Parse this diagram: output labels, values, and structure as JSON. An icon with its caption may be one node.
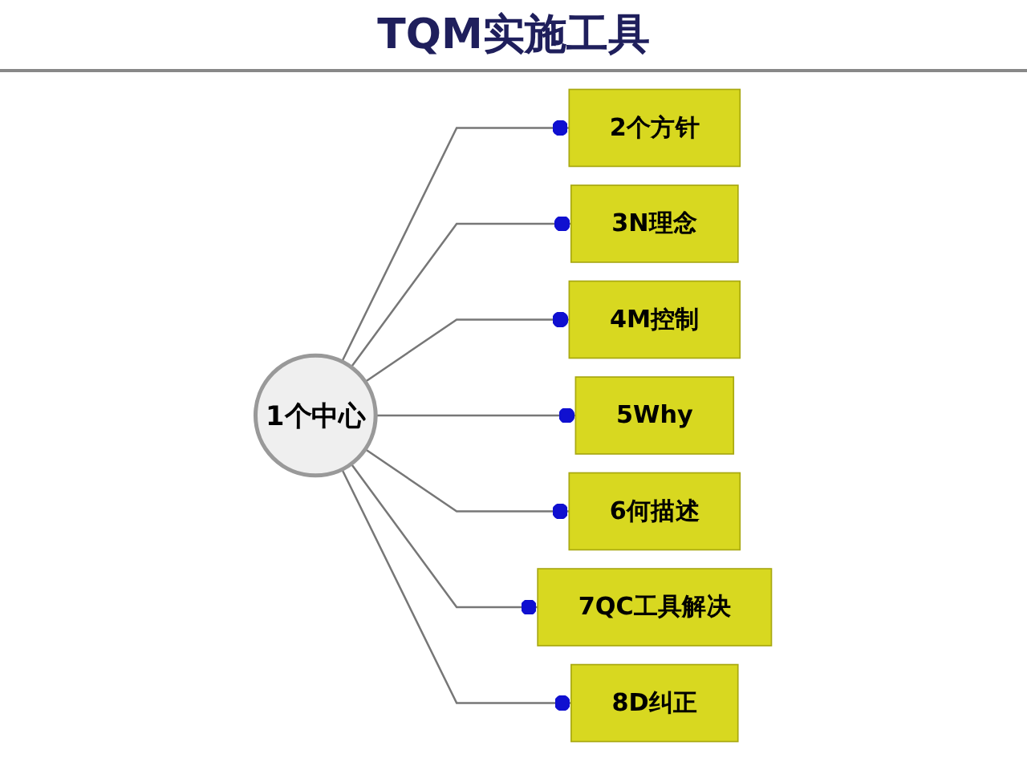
{
  "diagram": {
    "title": "TQM实施工具",
    "nodes": [
      {
        "text": [
          "1个中心"
        ]
      },
      {
        "text": [
          "2个方针"
        ]
      },
      {
        "text": [
          "3N理念"
        ]
      },
      {
        "text": [
          "4M控制"
        ]
      },
      {
        "text": [
          "5Why"
        ]
      },
      {
        "text": [
          "6何描述"
        ]
      },
      {
        "text": [
          "7QC工具解决"
        ]
      },
      {
        "text": [
          "8D纠正"
        ]
      }
    ],
    "edges": [
      {
        "from": 0,
        "to": 1,
        "arrow": "other"
      },
      {
        "from": 0,
        "to": 2,
        "arrow": "other"
      },
      {
        "from": 0,
        "to": 3,
        "arrow": "other"
      },
      {
        "from": 0,
        "to": 4,
        "arrow": "other"
      },
      {
        "from": 0,
        "to": 5,
        "arrow": "other"
      },
      {
        "from": 0,
        "to": 6,
        "arrow": "other"
      },
      {
        "from": 0,
        "to": 7,
        "arrow": "other"
      }
    ]
  }
}
